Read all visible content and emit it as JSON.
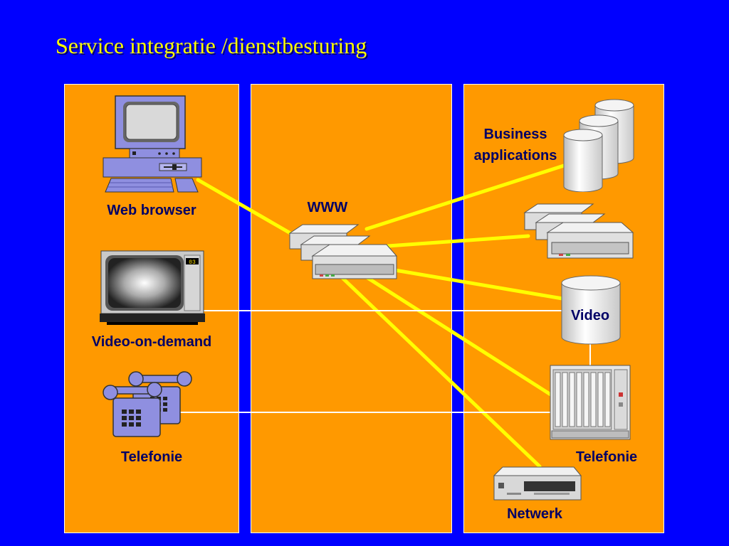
{
  "slide": {
    "title": "Service integratie /dienstbesturing",
    "colors": {
      "background": "#0000ff",
      "panel": "#ff9900",
      "title": "#ffff00",
      "link_web": "#ffff00",
      "link_direct": "#ffffff",
      "label": "#000066"
    }
  },
  "left_column": {
    "web_browser_label": "Web browser",
    "vod_label": "Video-on-demand",
    "telephony_label": "Telefonie",
    "tv_channel": "03"
  },
  "middle_column": {
    "www_label": "WWW"
  },
  "right_column": {
    "business_label_line1": "Business",
    "business_label_line2": "applications",
    "video_label": "Video",
    "telephony_label": "Telefonie",
    "network_label": "Netwerk"
  }
}
